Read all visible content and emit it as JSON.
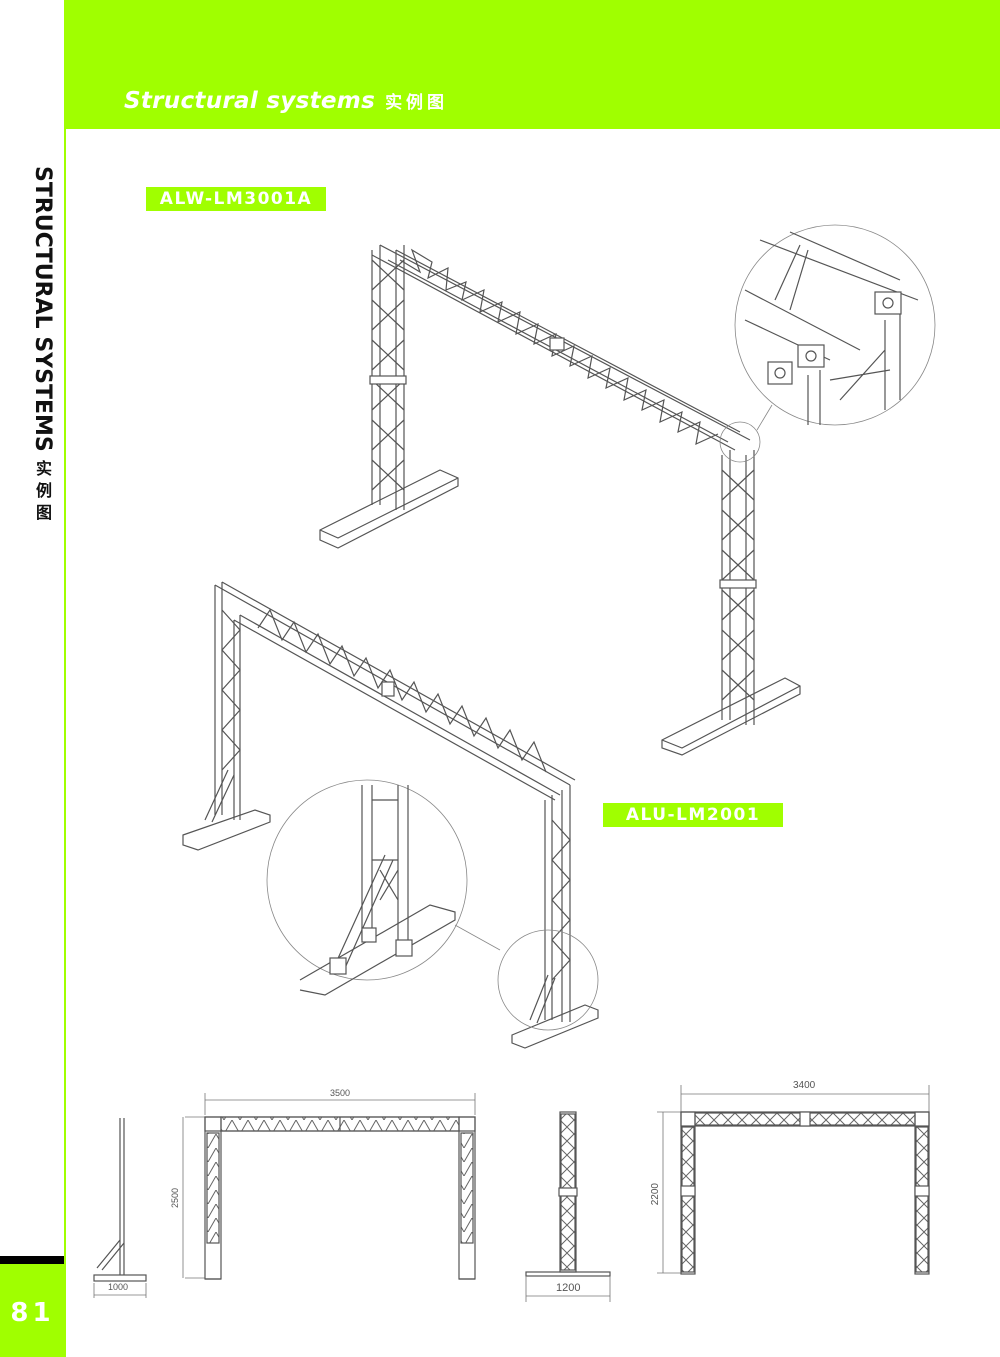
{
  "header": {
    "title": "Structural systems",
    "title_cn": "实例图",
    "band_color": "#a0ff00"
  },
  "sidebar": {
    "label": "STRUCTURAL SYSTEMS",
    "label_cn": "实例图"
  },
  "page": {
    "number": "81"
  },
  "products": [
    {
      "model": "ALW-LM3001A",
      "view": "isometric",
      "detail_callout": "corner-joint-detail"
    },
    {
      "model": "ALU-LM2001",
      "view": "isometric",
      "detail_callout": "base-outrigger-detail"
    }
  ],
  "drawings": {
    "lm2001_side": {
      "base_width": "1000"
    },
    "lm2001_front": {
      "width": "3500",
      "height": "2500"
    },
    "lm3001a_side": {
      "base_width": "1200"
    },
    "lm3001a_front": {
      "width": "3400",
      "height": "2200"
    }
  },
  "icons": {
    "truss": "truss-drawing-icon",
    "magnifier": "detail-circle-icon"
  }
}
